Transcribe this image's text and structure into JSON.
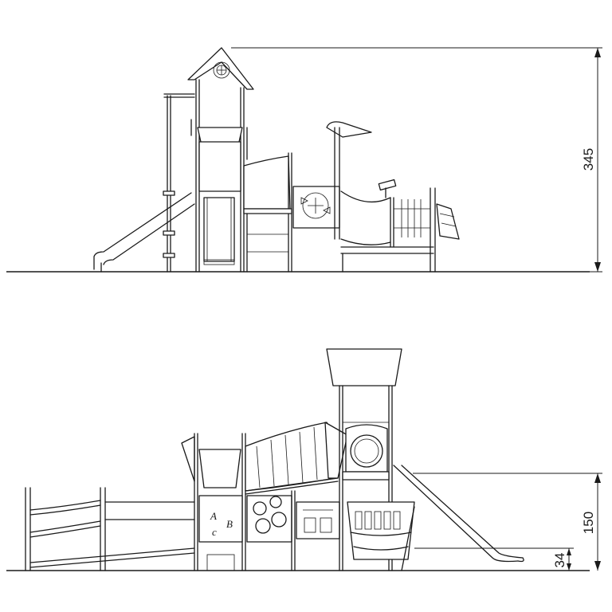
{
  "dimensions": {
    "top_height": "345",
    "bottom_height": "150",
    "bottom_offset": "34"
  },
  "panel_letters": {
    "a": "A",
    "b": "B",
    "c": "c"
  }
}
